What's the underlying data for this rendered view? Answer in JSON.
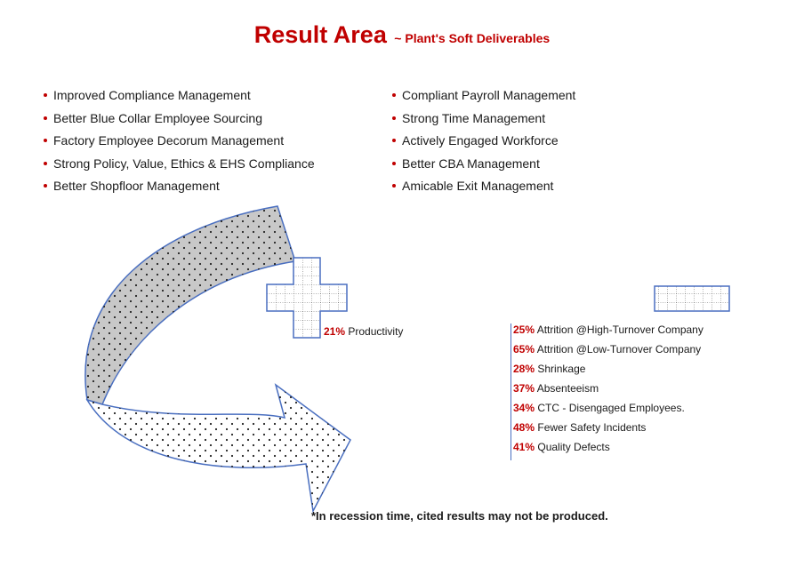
{
  "header": {
    "title": "Result Area",
    "subtitle": "~ Plant's Soft Deliverables"
  },
  "left_items": [
    "Improved Compliance Management",
    "Better Blue Collar Employee Sourcing",
    "Factory Employee Decorum Management",
    "Strong Policy, Value, Ethics & EHS Compliance",
    "Better Shopfloor Management"
  ],
  "right_items": [
    "Compliant Payroll Management",
    "Strong Time Management",
    "Actively Engaged Workforce",
    "Better CBA Management",
    "Amicable Exit Management"
  ],
  "productivity": {
    "pct": "21%",
    "label": "Productivity"
  },
  "stats": [
    {
      "pct": "25%",
      "label": "Attrition @High-Turnover Company"
    },
    {
      "pct": "65%",
      "label": "Attrition @Low-Turnover Company"
    },
    {
      "pct": "28%",
      "label": "Shrinkage"
    },
    {
      "pct": "37%",
      "label": "Absenteeism"
    },
    {
      "pct": "34%",
      "label": "CTC - Disengaged Employees."
    },
    {
      "pct": "48%",
      "label": "Fewer Safety Incidents"
    },
    {
      "pct": "41%",
      "label": "Quality Defects"
    }
  ],
  "footnote": "*In recession time, cited results may not be produced.",
  "colors": {
    "accent": "#c00000",
    "outline": "#4a6fc0",
    "arrow_fill": "#c8c8c8"
  },
  "icons": [
    "plus-icon",
    "minus-icon",
    "curved-arrow-icon"
  ]
}
